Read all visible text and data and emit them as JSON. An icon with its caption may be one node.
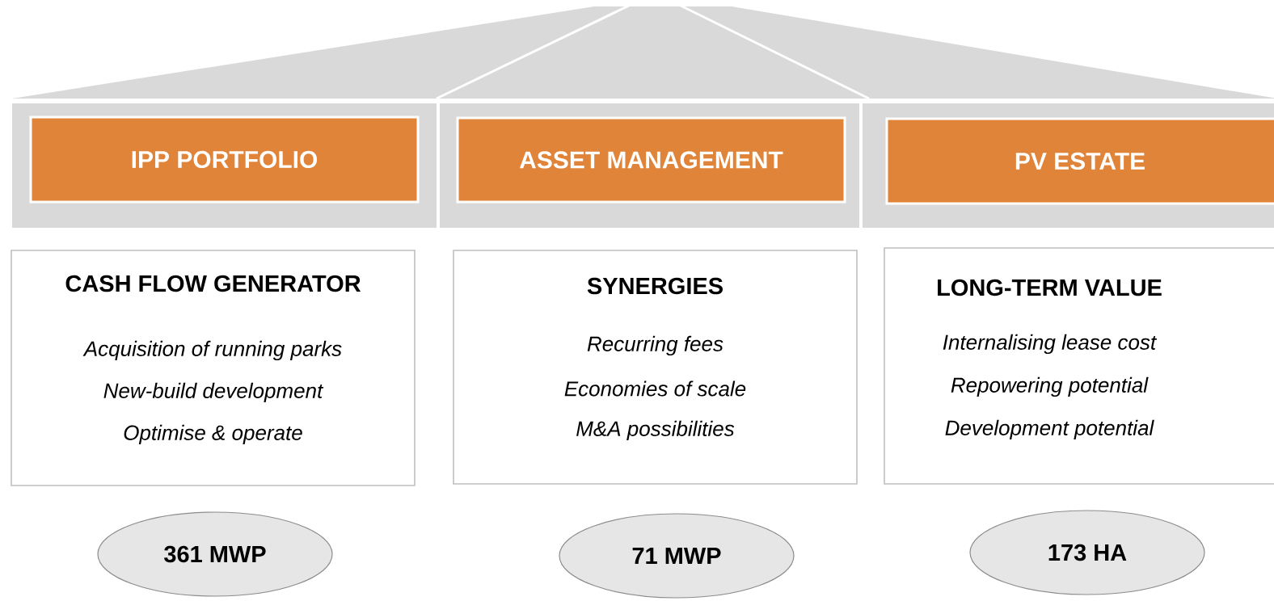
{
  "diagram": {
    "nodes": [
      {
        "text": [
          "IPP PORTFOLIO"
        ]
      },
      {
        "text": [
          "ASSET MANAGEMENT"
        ]
      },
      {
        "text": [
          "PV ESTATE"
        ]
      },
      {
        "text": [
          "CASH FLOW GENERATOR",
          "Acquisition of running parks",
          "New-build development",
          "Optimise & operate"
        ]
      },
      {
        "text": [
          "SYNERGIES",
          "Recurring fees",
          "Economies of scale",
          "M&A possibilities"
        ]
      },
      {
        "text": [
          "LONG-TERM VALUE",
          "Internalising lease cost",
          "Repowering potential",
          "Development potential"
        ]
      },
      {
        "text": [
          "361 MWP"
        ]
      },
      {
        "text": [
          "71 MWP"
        ]
      },
      {
        "text": [
          "173 HA"
        ]
      }
    ]
  }
}
